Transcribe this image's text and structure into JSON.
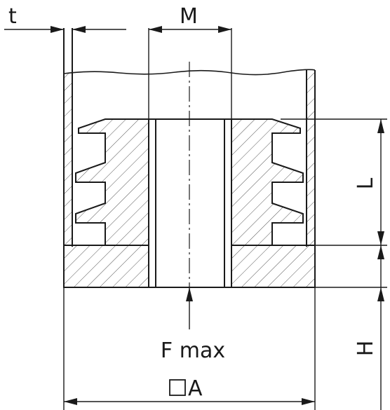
{
  "labels": {
    "t": "t",
    "m": "M",
    "l": "L",
    "h": "H",
    "f_max": "F max",
    "a": "A"
  },
  "colors": {
    "line": "#1a1a1a",
    "hatch": "#555555",
    "background": "#ffffff"
  }
}
